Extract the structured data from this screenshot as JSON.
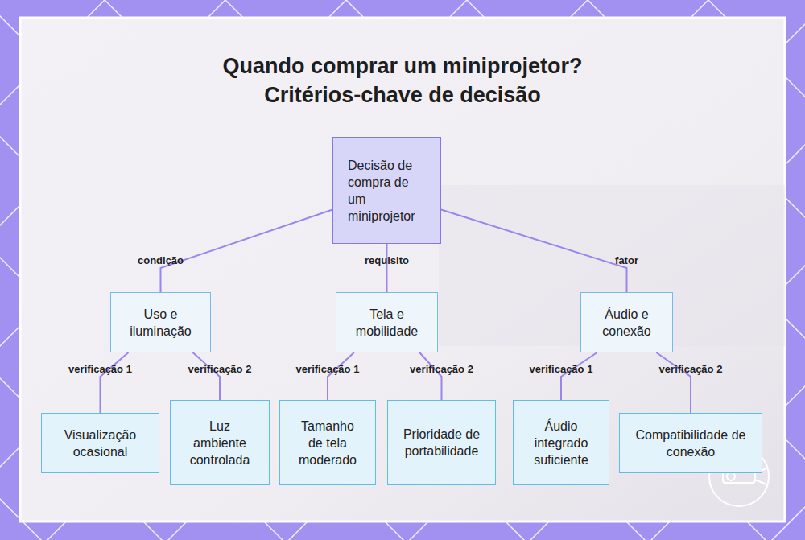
{
  "diagram": {
    "title": "Quando comprar um miniprojetor? Critérios-chave de decisão",
    "nodes": [
      {
        "text": [
          "Decisão de compra de um miniprojetor"
        ]
      },
      {
        "text": [
          "Uso e iluminação"
        ]
      },
      {
        "text": [
          "Tela e mobilidade"
        ]
      },
      {
        "text": [
          "Áudio e conexão"
        ]
      },
      {
        "text": [
          "Visualização ocasional"
        ]
      },
      {
        "text": [
          "Luz ambiente controlada"
        ]
      },
      {
        "text": [
          "Tamanho de tela moderado"
        ]
      },
      {
        "text": [
          "Prioridade de portabilidade"
        ]
      },
      {
        "text": [
          "Áudio integrado suficiente"
        ]
      },
      {
        "text": [
          "Compatibilidade de conexão"
        ]
      }
    ],
    "edges": [
      {
        "from": 0,
        "to": 1,
        "label": "condição",
        "arrow": "none"
      },
      {
        "from": 0,
        "to": 2,
        "label": "requisito",
        "arrow": "none"
      },
      {
        "from": 0,
        "to": 3,
        "label": "fator",
        "arrow": "none"
      },
      {
        "from": 1,
        "to": 4,
        "label": "verificação 1",
        "arrow": "none"
      },
      {
        "from": 1,
        "to": 5,
        "label": "verificação 2",
        "arrow": "none"
      },
      {
        "from": 2,
        "to": 6,
        "label": "verificação 1",
        "arrow": "none"
      },
      {
        "from": 2,
        "to": 7,
        "label": "verificação 2",
        "arrow": "none"
      },
      {
        "from": 3,
        "to": 8,
        "label": "verificação 1",
        "arrow": "none"
      },
      {
        "from": 3,
        "to": 9,
        "label": "verificação 2",
        "arrow": "none"
      }
    ]
  }
}
